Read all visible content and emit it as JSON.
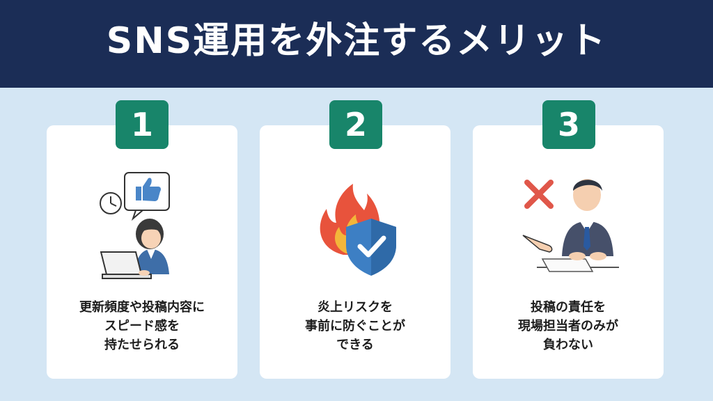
{
  "header": {
    "title": "SNS運用を外注するメリット"
  },
  "colors": {
    "header_bg": "#1b2d56",
    "page_bg": "#d4e6f4",
    "badge_green": "#18856a",
    "card_bg": "#ffffff"
  },
  "cards": [
    {
      "number": "1",
      "icon": "office-worker-laptop-icon",
      "lines": [
        "更新頻度や投稿内容に",
        "スピード感を",
        "持たせられる"
      ]
    },
    {
      "number": "2",
      "icon": "fire-shield-icon",
      "lines": [
        "炎上リスクを",
        "事前に防ぐことが",
        "できる"
      ]
    },
    {
      "number": "3",
      "icon": "businessman-cross-icon",
      "lines": [
        "投稿の責任を",
        "現場担当者のみが",
        "負わない"
      ]
    }
  ]
}
